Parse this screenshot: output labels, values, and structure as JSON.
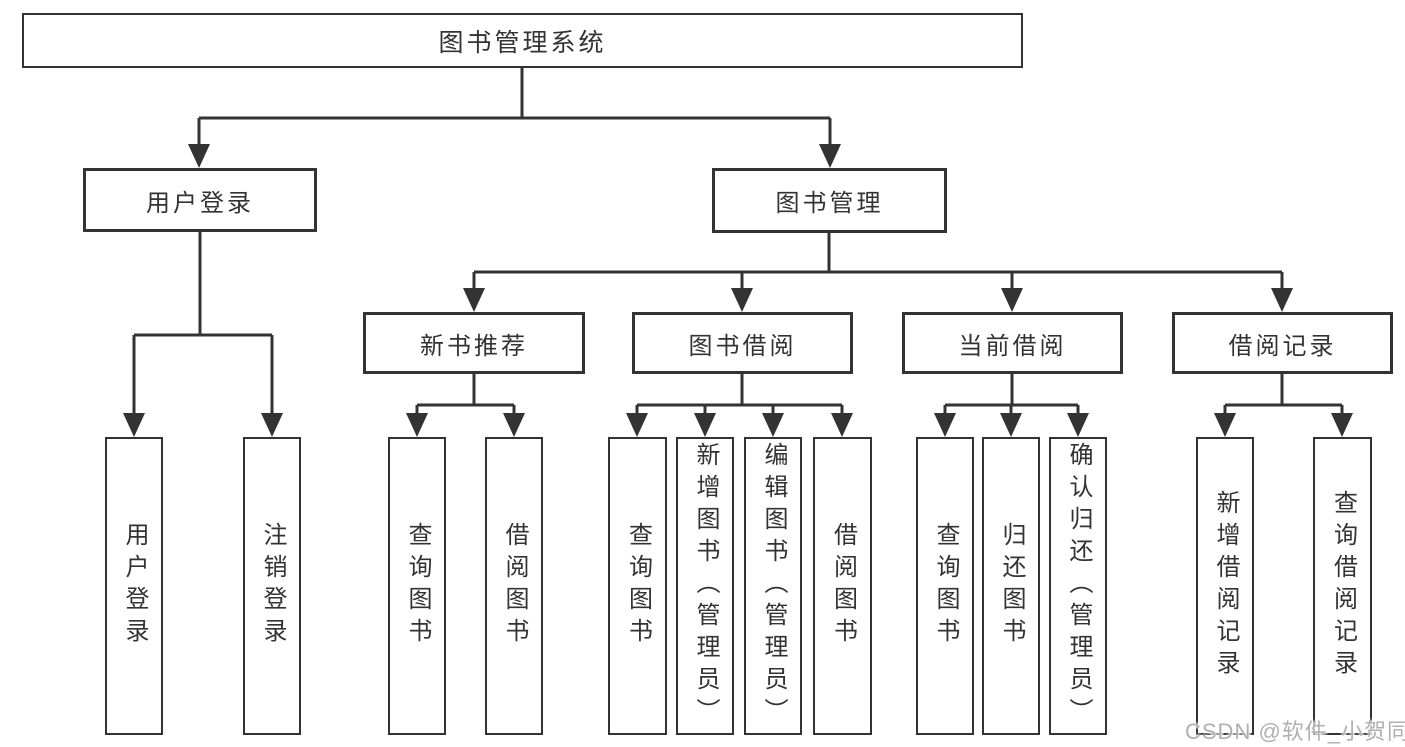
{
  "diagram_type": "hierarchy-tree",
  "tree": {
    "label": "图书管理系统",
    "children": [
      {
        "label": "用户登录",
        "children": [
          {
            "label": "用户登录"
          },
          {
            "label": "注销登录"
          }
        ]
      },
      {
        "label": "图书管理",
        "children": [
          {
            "label": "新书推荐",
            "children": [
              {
                "label": "查询图书"
              },
              {
                "label": "借阅图书"
              }
            ]
          },
          {
            "label": "图书借阅",
            "children": [
              {
                "label": "查询图书"
              },
              {
                "label": "新增图书（管理员）"
              },
              {
                "label": "编辑图书（管理员）"
              },
              {
                "label": "借阅图书"
              }
            ]
          },
          {
            "label": "当前借阅",
            "children": [
              {
                "label": "查询图书"
              },
              {
                "label": "归还图书"
              },
              {
                "label": "确认归还（管理员）"
              }
            ]
          },
          {
            "label": "借阅记录",
            "children": [
              {
                "label": "新增借阅记录"
              },
              {
                "label": "查询借阅记录"
              }
            ]
          }
        ]
      }
    ]
  },
  "watermark": {
    "text": "CSDN @软件_小贺同学"
  },
  "colors": {
    "line": "#333333",
    "text": "#333333",
    "box_background": "#ffffff",
    "background": "#ffffff",
    "watermark": "#b0b0b0"
  }
}
